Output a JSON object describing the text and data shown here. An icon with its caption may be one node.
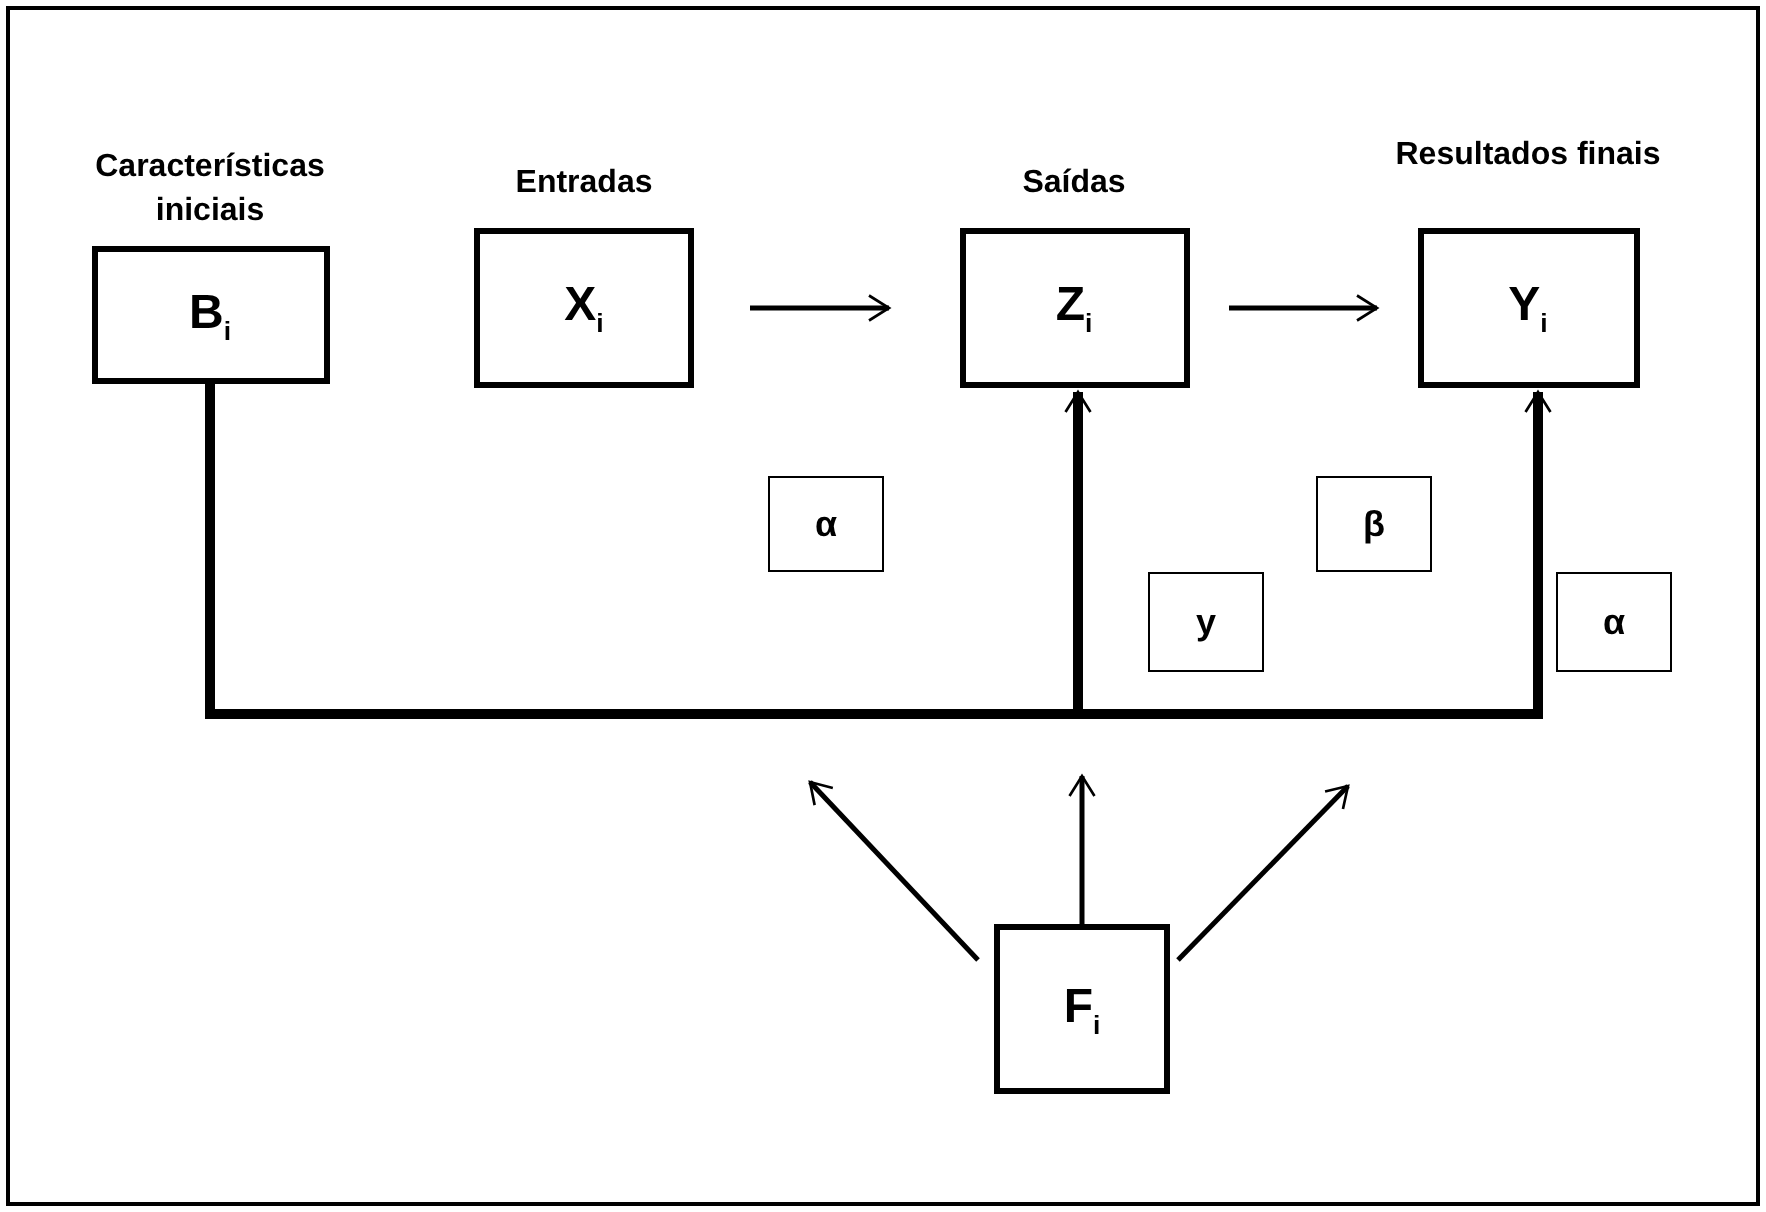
{
  "diagram": {
    "nodes": [
      {
        "text": [
          "Características iniciais",
          "B$_{i}$"
        ]
      },
      {
        "text": [
          "Entradas",
          "X$_{i}$"
        ]
      },
      {
        "text": [
          "Saídas",
          "Z$_{i}$"
        ]
      },
      {
        "text": [
          "Resultados finais",
          "Y$_{i}$"
        ]
      },
      {
        "text": [
          "F$_{i}$"
        ]
      },
      {
        "text": [
          "α"
        ]
      },
      {
        "text": [
          "y"
        ]
      },
      {
        "text": [
          "β"
        ]
      },
      {
        "text": [
          "α"
        ]
      }
    ],
    "edges": [
      {
        "from": 1,
        "to": 2,
        "arrow": "to"
      },
      {
        "from": 2,
        "to": 3,
        "arrow": "to"
      },
      {
        "from": 0,
        "to": 2,
        "arrow": "to",
        "style": "thick"
      },
      {
        "from": 0,
        "to": 3,
        "arrow": "to",
        "style": "thick"
      },
      {
        "from": 4,
        "to": null,
        "arrow": "to"
      },
      {
        "from": 4,
        "to": null,
        "arrow": "to"
      },
      {
        "from": 4,
        "to": null,
        "arrow": "to"
      }
    ]
  }
}
